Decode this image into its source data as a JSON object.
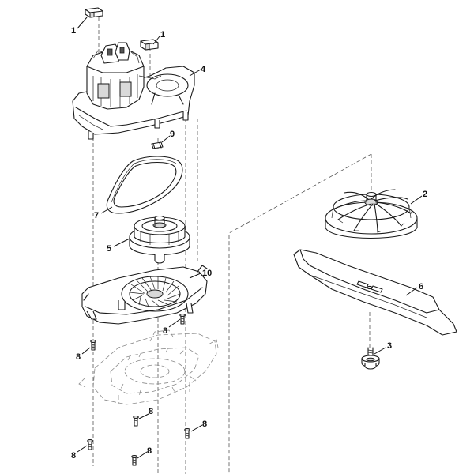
{
  "callouts": [
    {
      "id": "c1a",
      "text": "1"
    },
    {
      "id": "c1b",
      "text": "1"
    },
    {
      "id": "c4",
      "text": "4"
    },
    {
      "id": "c9",
      "text": "9"
    },
    {
      "id": "c7",
      "text": "7"
    },
    {
      "id": "c5",
      "text": "5"
    },
    {
      "id": "c10",
      "text": "10"
    },
    {
      "id": "c2",
      "text": "2"
    },
    {
      "id": "c6",
      "text": "6"
    },
    {
      "id": "c3",
      "text": "3"
    },
    {
      "id": "c8a",
      "text": "8"
    },
    {
      "id": "c8b",
      "text": "8"
    },
    {
      "id": "c8c",
      "text": "8"
    },
    {
      "id": "c8d",
      "text": "8"
    },
    {
      "id": "c8e",
      "text": "8"
    },
    {
      "id": "c8f",
      "text": "8"
    }
  ]
}
